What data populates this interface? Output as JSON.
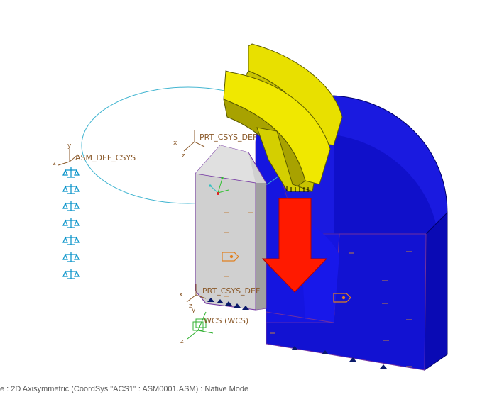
{
  "labels": {
    "asm_csys": "ASM_DEF_CSYS",
    "prt_csys_top": "PRT_CSYS_DEF",
    "prt_csys_bottom": "PRT_CSYS_DEF",
    "wcs": "WCS (WCS)",
    "axis_x": "x",
    "axis_y": "y",
    "axis_z": "z"
  },
  "status_bar": {
    "text": "e : 2D Axisymmetric (CoordSys \"ACS1\" : ASM0001.ASM) : Native Mode"
  },
  "icons": {
    "balance_symbol_count": 7,
    "load_arrow": "red-down-arrow",
    "annotation": "tag-icon"
  },
  "colors": {
    "blue_part": "#1414e6",
    "gray_part": "#cfcfcf",
    "yellow_part": "#e6e600",
    "load_arrow": "#ff1a00",
    "ellipse": "#3fb4d0",
    "csys_label": "#8b5a2b",
    "constraint_icons": "#0090c8"
  }
}
